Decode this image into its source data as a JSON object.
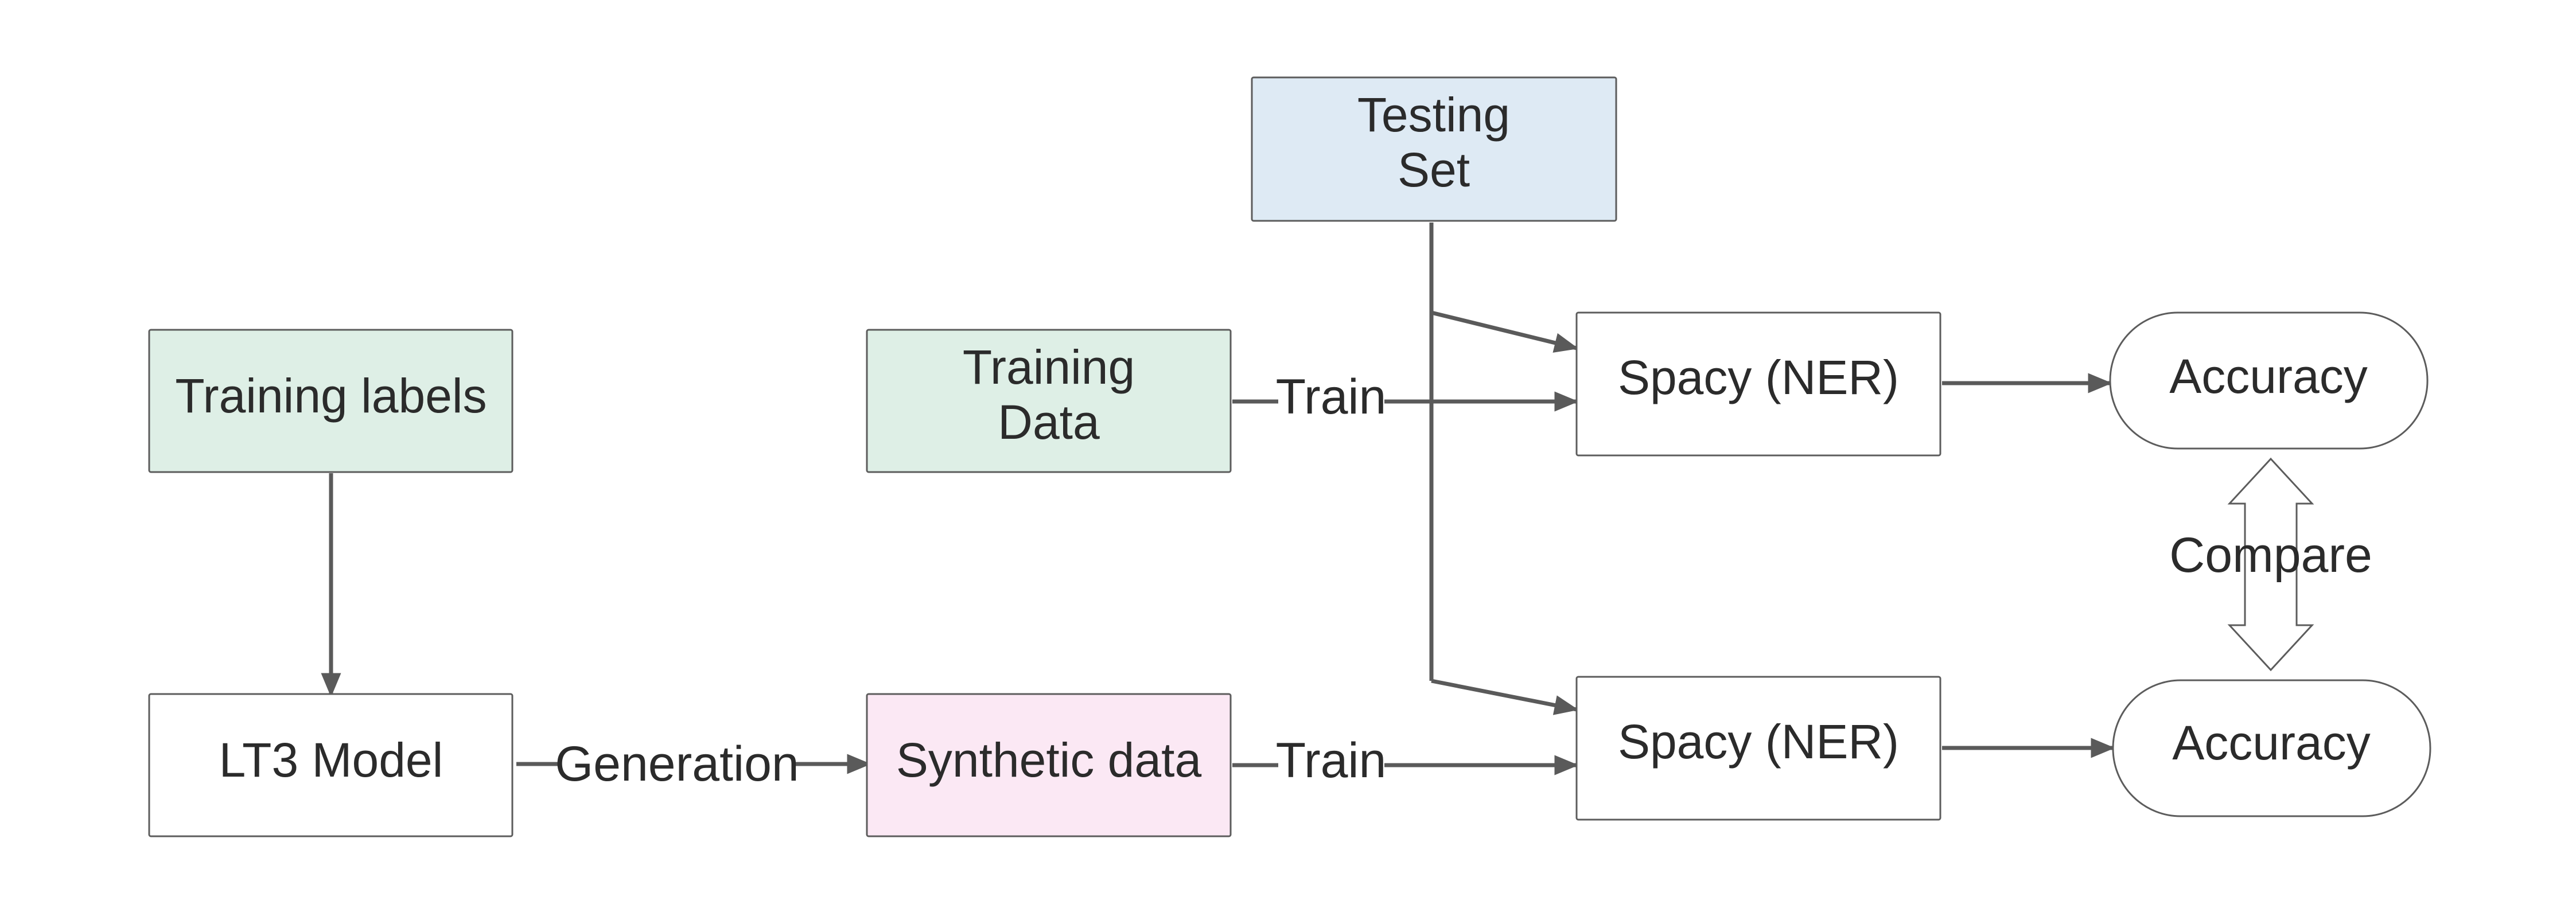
{
  "nodes": {
    "training_labels": {
      "label": "Training labels",
      "fill": "#deefe6"
    },
    "training_data": {
      "line1": "Training",
      "line2": "Data",
      "fill": "#deefe6"
    },
    "testing_set": {
      "line1": "Testing",
      "line2": "Set",
      "fill": "#deeaf4"
    },
    "lt3_model": {
      "label": "LT3 Model",
      "fill": "#ffffff"
    },
    "synthetic_data": {
      "label": "Synthetic data",
      "fill": "#fbe8f4"
    },
    "spacy_top": {
      "label": "Spacy (NER)",
      "fill": "#ffffff"
    },
    "spacy_bottom": {
      "label": "Spacy (NER)",
      "fill": "#ffffff"
    },
    "accuracy_top": {
      "label": "Accuracy",
      "fill": "#ffffff"
    },
    "accuracy_bottom": {
      "label": "Accuracy",
      "fill": "#ffffff"
    }
  },
  "edges": {
    "generation": "Generation",
    "train_top": "Train",
    "train_bottom": "Train",
    "compare": "Compare"
  },
  "colors": {
    "edge": "#5a5a5a",
    "node_border": "#5c5c5c",
    "text": "#2b2b2b"
  }
}
